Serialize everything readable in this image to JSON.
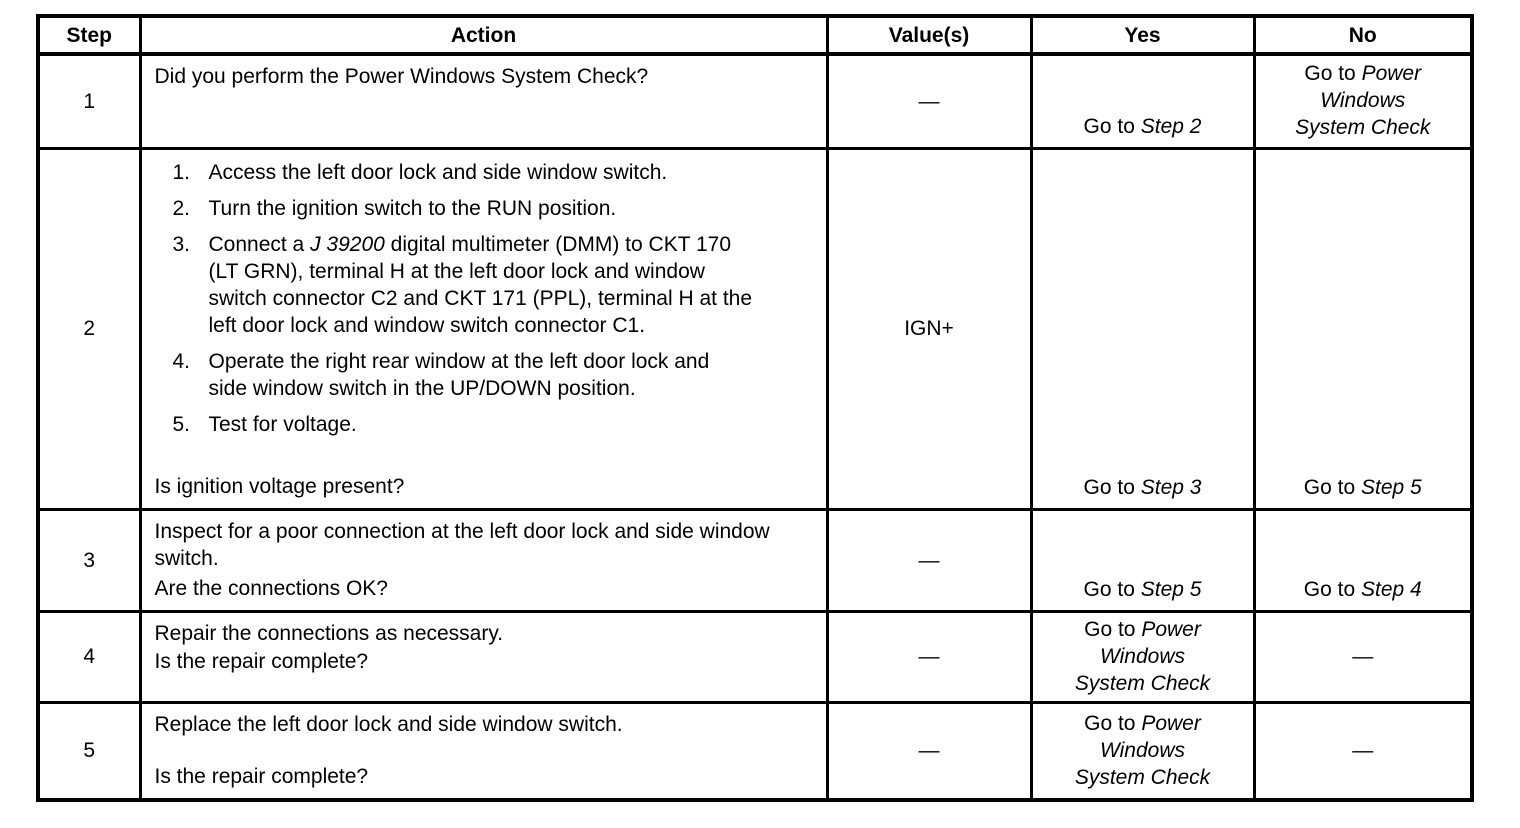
{
  "table": {
    "headers": {
      "step": "Step",
      "action": "Action",
      "values": "Value(s)",
      "yes": "Yes",
      "no": "No"
    },
    "rows": [
      {
        "step": "1",
        "action": {
          "text": "Did you perform the Power Windows System Check?"
        },
        "value": "—",
        "yes": {
          "prefix": "Go to ",
          "target": "Step 2"
        },
        "no": {
          "prefix": "Go to ",
          "target": "Power Windows System Check"
        }
      },
      {
        "step": "2",
        "action": {
          "list": [
            {
              "num": "1.",
              "text": "Access the left door lock and side window switch."
            },
            {
              "num": "2.",
              "text": "Turn the ignition switch to the RUN position."
            },
            {
              "num": "3.",
              "pre": "Connect a ",
              "italic": "J 39200",
              "post": " digital multimeter (DMM) to CKT 170 (LT GRN), terminal H at the left door lock and window switch connector C2 and CKT 171 (PPL), terminal H at the left door lock and window switch connector C1."
            },
            {
              "num": "4.",
              "text": "Operate the right rear window at the left door lock and side window switch in the UP/DOWN position."
            },
            {
              "num": "5.",
              "text": "Test for voltage."
            }
          ],
          "question": "Is ignition voltage present?"
        },
        "value": "IGN+",
        "yes": {
          "prefix": "Go to ",
          "target": "Step 3"
        },
        "no": {
          "prefix": "Go to ",
          "target": "Step 5"
        }
      },
      {
        "step": "3",
        "action": {
          "text": "Inspect for a poor connection at the left door lock and side window switch.",
          "question": "Are the connections OK?"
        },
        "value": "—",
        "yes": {
          "prefix": "Go to ",
          "target": "Step 5"
        },
        "no": {
          "prefix": "Go to ",
          "target": "Step 4"
        }
      },
      {
        "step": "4",
        "action": {
          "text": "Repair the connections as necessary.",
          "question": "Is the repair complete?"
        },
        "value": "—",
        "yes": {
          "prefix": "Go to ",
          "target": "Power Windows System Check"
        },
        "no": "—"
      },
      {
        "step": "5",
        "action": {
          "text": "Replace the left door lock and side window switch.",
          "question": "Is the repair complete?"
        },
        "value": "—",
        "yes": {
          "prefix": "Go to ",
          "target": "Power Windows System Check"
        },
        "no": "—"
      }
    ]
  }
}
